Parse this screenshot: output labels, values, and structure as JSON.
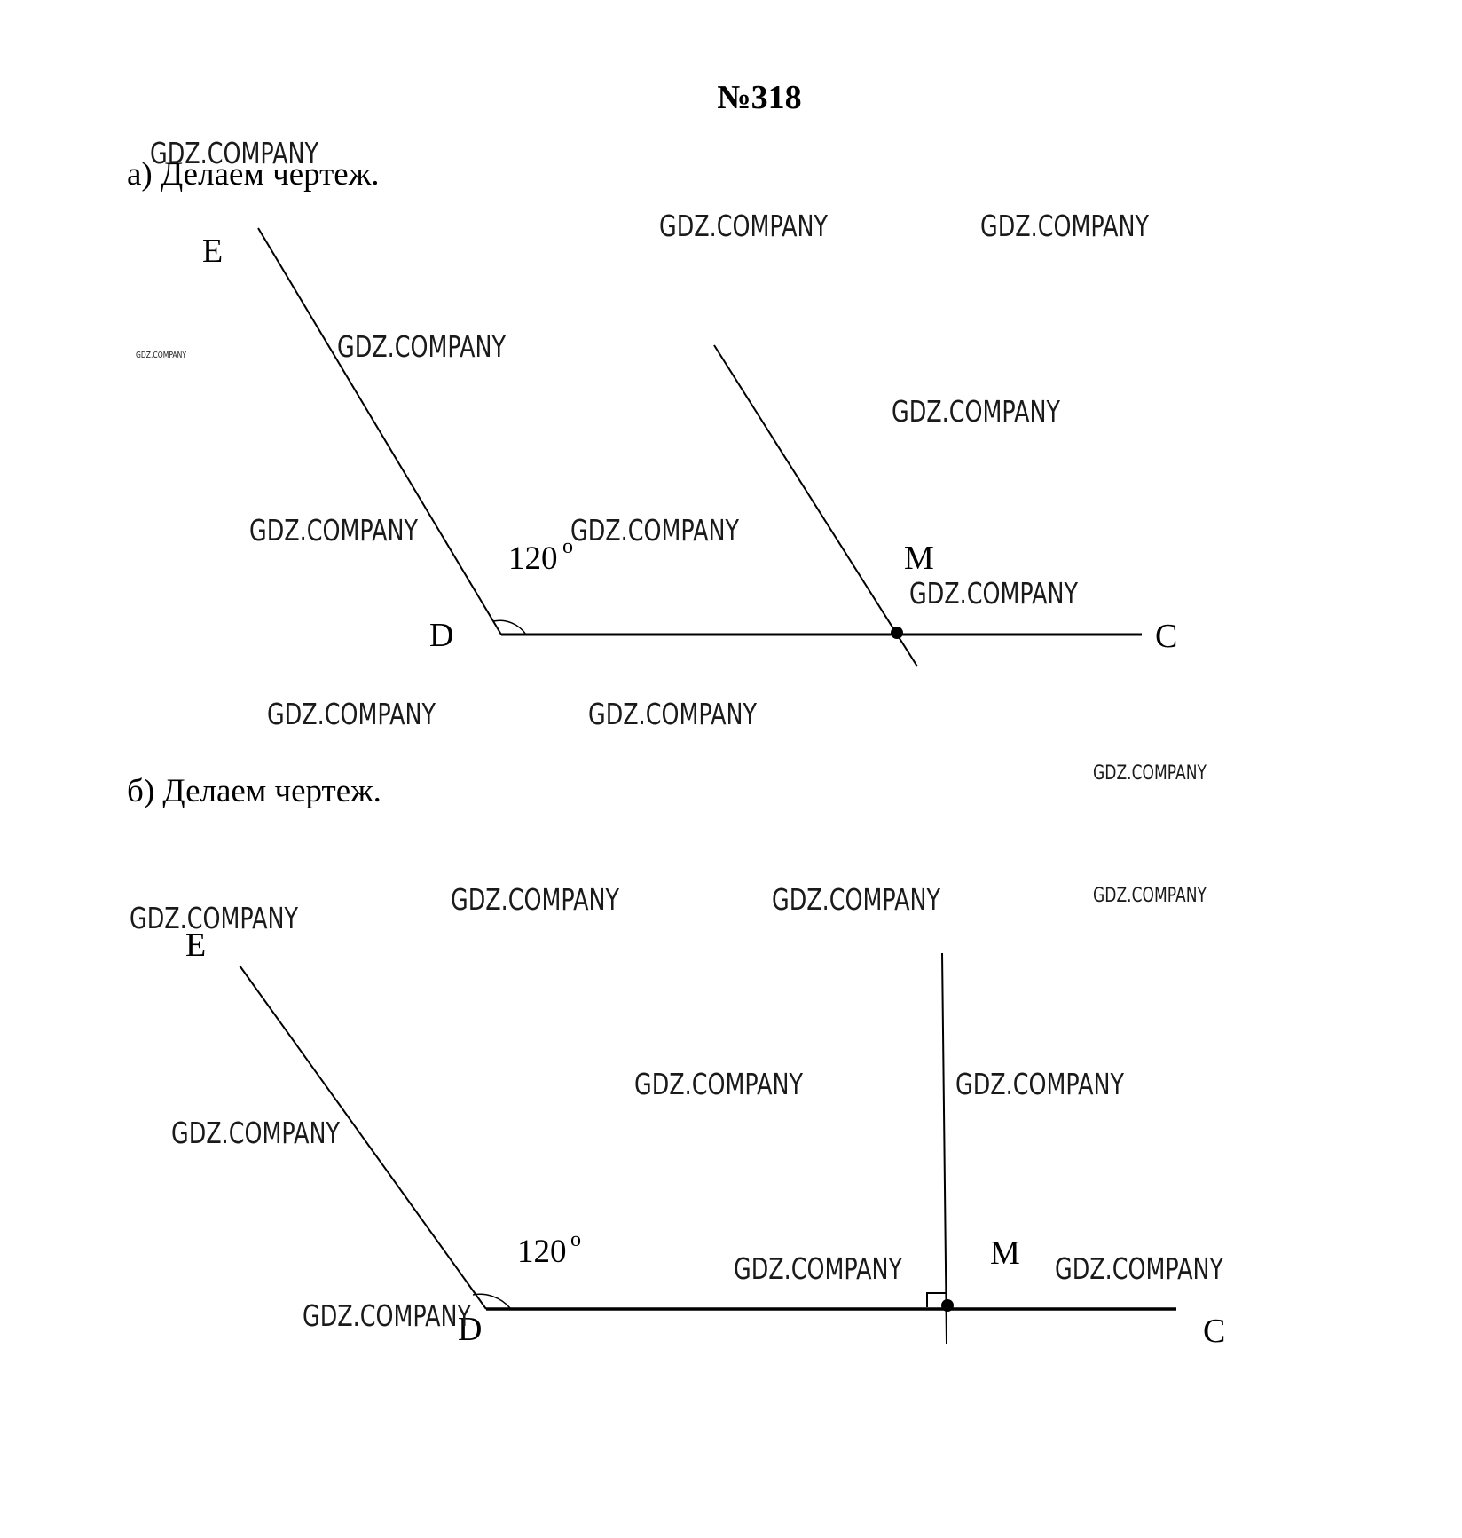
{
  "problem": {
    "number": "№318"
  },
  "part_a": {
    "caption": "а) Делаем чертеж.",
    "label_E": "E",
    "label_D": "D",
    "label_M": "M",
    "label_C": "C",
    "angle_text": "120",
    "angle_degree": "o"
  },
  "part_b": {
    "caption": "б) Делаем чертеж.",
    "label_E": "E",
    "label_D": "D",
    "label_M": "M",
    "label_C": "C",
    "angle_text": "120",
    "angle_degree": "o"
  },
  "watermark": {
    "text": "GDZ.COMPANY"
  }
}
